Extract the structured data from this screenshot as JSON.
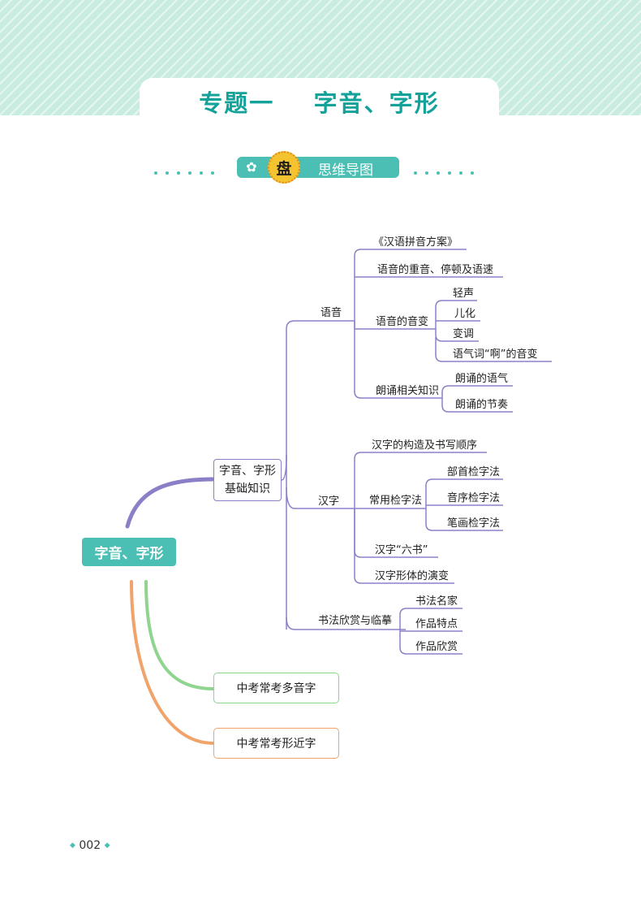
{
  "title": "专题一    字音、字形",
  "badge": {
    "icon": "flower-icon",
    "coin_char": "盘",
    "label": "思维导图"
  },
  "root": "字音、字形",
  "basic": {
    "line1": "字音、字形",
    "line2": "基础知识"
  },
  "branch_yuyin": {
    "label": "语音",
    "items": [
      "《汉语拼音方案》",
      "语音的重音、停顿及语速",
      "语音的音变",
      "朗诵相关知识"
    ],
    "yinbian": [
      "轻声",
      "儿化",
      "变调",
      "语气词“啊”的音变"
    ],
    "langsong": [
      "朗诵的语气",
      "朗诵的节奏"
    ]
  },
  "branch_hanzi": {
    "label": "汉字",
    "items": [
      "汉字的构造及书写顺序",
      "常用检字法",
      "汉字“六书”",
      "汉字形体的演变"
    ],
    "jianzi": [
      "部首检字法",
      "音序检字法",
      "笔画检字法"
    ]
  },
  "branch_shufa": {
    "label": "书法欣赏与临摹",
    "items": [
      "书法名家",
      "作品特点",
      "作品欣赏"
    ]
  },
  "duoyin": "中考常考多音字",
  "xingjin": "中考常考形近字",
  "page_number": "002",
  "colors": {
    "teal": "#4bbfb3",
    "title": "#12a29a",
    "purple": "#8b80c8",
    "green": "#8fd48f",
    "orange": "#f0a36a"
  }
}
